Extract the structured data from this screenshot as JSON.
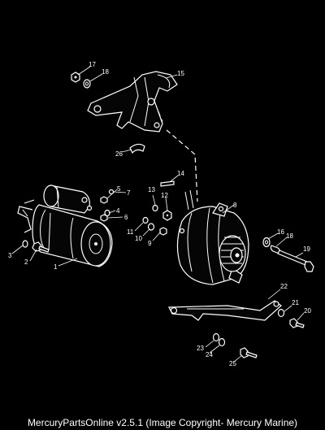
{
  "diagram": {
    "callouts": [
      "1",
      "2",
      "3",
      "4",
      "5",
      "6",
      "7",
      "8",
      "9",
      "10",
      "11",
      "12",
      "13",
      "14",
      "15",
      "16",
      "17",
      "18",
      "18",
      "19",
      "20",
      "21",
      "22",
      "23",
      "24",
      "25",
      "26"
    ]
  },
  "footer": {
    "text": "MercuryPartsOnline v2.5.1 (Image Copyright- Mercury Marine)"
  },
  "colors": {
    "background": "#000000",
    "linework": "#ffffff"
  }
}
